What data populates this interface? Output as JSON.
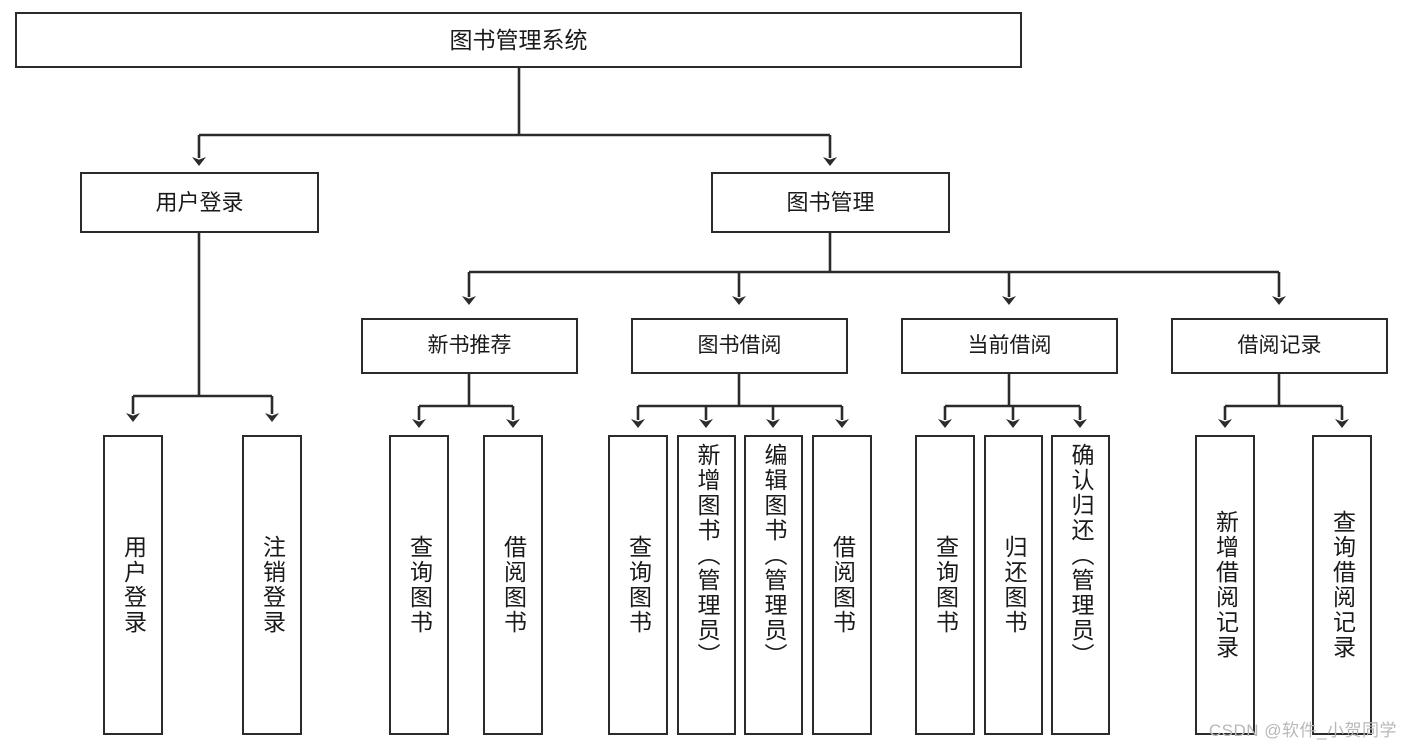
{
  "diagram": {
    "title": "图书管理系统",
    "type": "tree",
    "watermark": "CSDN @软件_小贺同学",
    "colors": {
      "box_border": "#2b2b2b",
      "box_fill": "#ffffff",
      "connector": "#2b2b2b",
      "text": "#1a1a1a",
      "watermark": "#b8b8b8"
    },
    "root": {
      "label": "图书管理系统"
    },
    "level2": [
      {
        "label": "用户登录"
      },
      {
        "label": "图书管理"
      }
    ],
    "level3": [
      {
        "label": "新书推荐"
      },
      {
        "label": "图书借阅"
      },
      {
        "label": "当前借阅"
      },
      {
        "label": "借阅记录"
      }
    ],
    "leaves": {
      "user_login": [
        {
          "label": "用户登录"
        },
        {
          "label": "注销登录"
        }
      ],
      "new_book_recommend": [
        {
          "label": "查询图书"
        },
        {
          "label": "借阅图书"
        }
      ],
      "book_borrow": [
        {
          "label": "查询图书"
        },
        {
          "label": "新增图书（管理员）"
        },
        {
          "label": "编辑图书（管理员）"
        },
        {
          "label": "借阅图书"
        }
      ],
      "current_borrow": [
        {
          "label": "查询图书"
        },
        {
          "label": "归还图书"
        },
        {
          "label": "确认归还（管理员）"
        }
      ],
      "borrow_record": [
        {
          "label": "新增借阅记录"
        },
        {
          "label": "查询借阅记录"
        }
      ]
    }
  }
}
